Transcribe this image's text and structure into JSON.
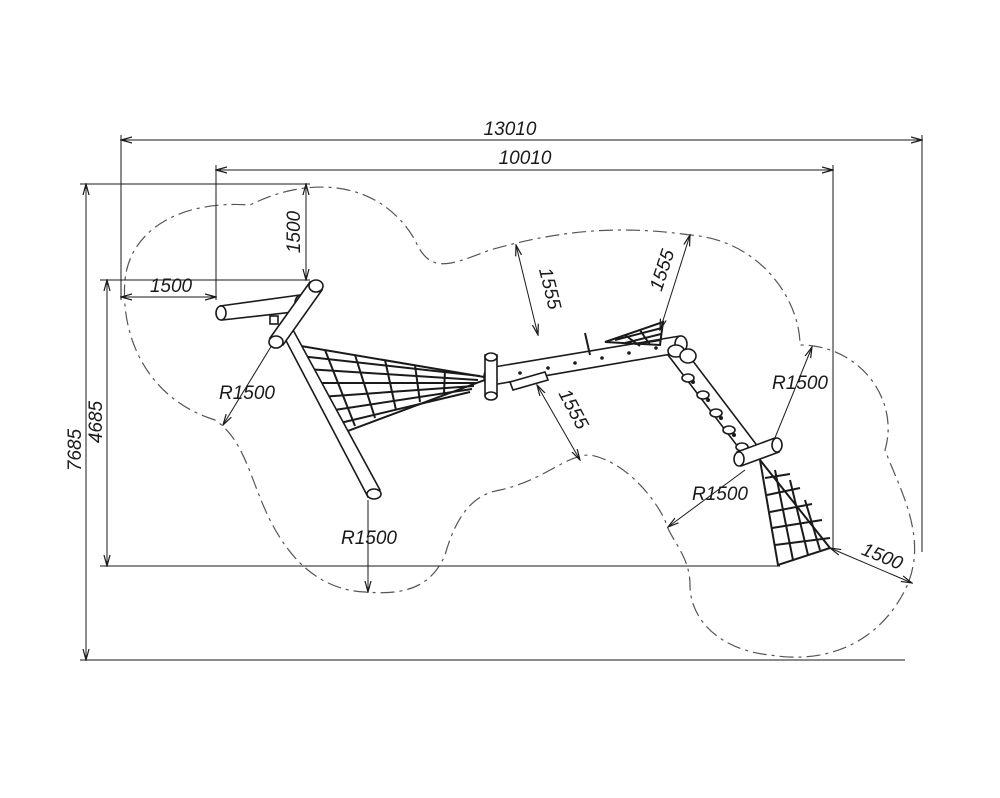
{
  "dimensions": {
    "overall_width": "13010",
    "equipment_width": "10010",
    "overall_depth": "7685",
    "equipment_depth": "4685",
    "clearance_top": "1500",
    "clearance_left": "1500",
    "clearance_right": "1500",
    "offset_upper_left": "1555",
    "offset_upper_right": "1555",
    "offset_lower": "1555",
    "radius_left": "R1500",
    "radius_bottom": "R1500",
    "radius_right_upper": "R1500",
    "radius_right_lower": "R1500"
  },
  "colors": {
    "line": "#1a1a1a",
    "zone": "#555555",
    "background": "#ffffff"
  }
}
